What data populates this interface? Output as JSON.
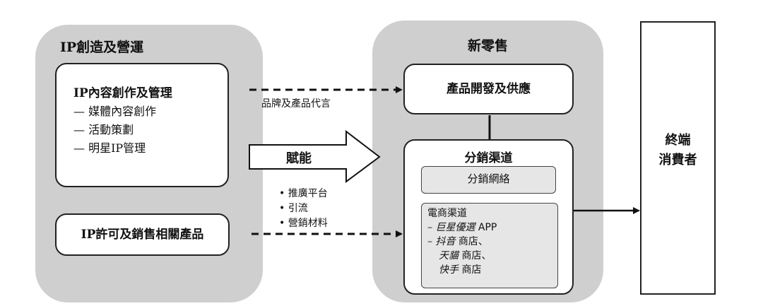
{
  "left_panel": {
    "title": "IP創造及營運",
    "content_box": {
      "heading": "IP內容創作及管理",
      "items": [
        "— 媒體內容創作",
        "— 活動策劃",
        "— 明星IP管理"
      ]
    },
    "license_box": "IP許可及銷售相關產品"
  },
  "middle_panel": {
    "title": "新零售",
    "product_box": "產品開發及供應",
    "channel_box": {
      "title": "分銷渠道",
      "network": "分銷網絡",
      "ecommerce_title": "電商渠道",
      "ecommerce_items": [
        {
          "italic": "– 巨星優選",
          "normal": " APP"
        },
        {
          "italic": "– 抖音",
          "normal": " 商店、"
        },
        {
          "italic": "天貓",
          "normal": " 商店、"
        },
        {
          "italic": "快手",
          "normal": " 商店"
        }
      ]
    }
  },
  "arrows": {
    "dashed_top_label": "品牌及產品代言",
    "enable_label": "賦能",
    "bullets": [
      "推廣平台",
      "引流",
      "營銷材料"
    ]
  },
  "end_box": {
    "line1": "終端",
    "line2": "消費者"
  }
}
